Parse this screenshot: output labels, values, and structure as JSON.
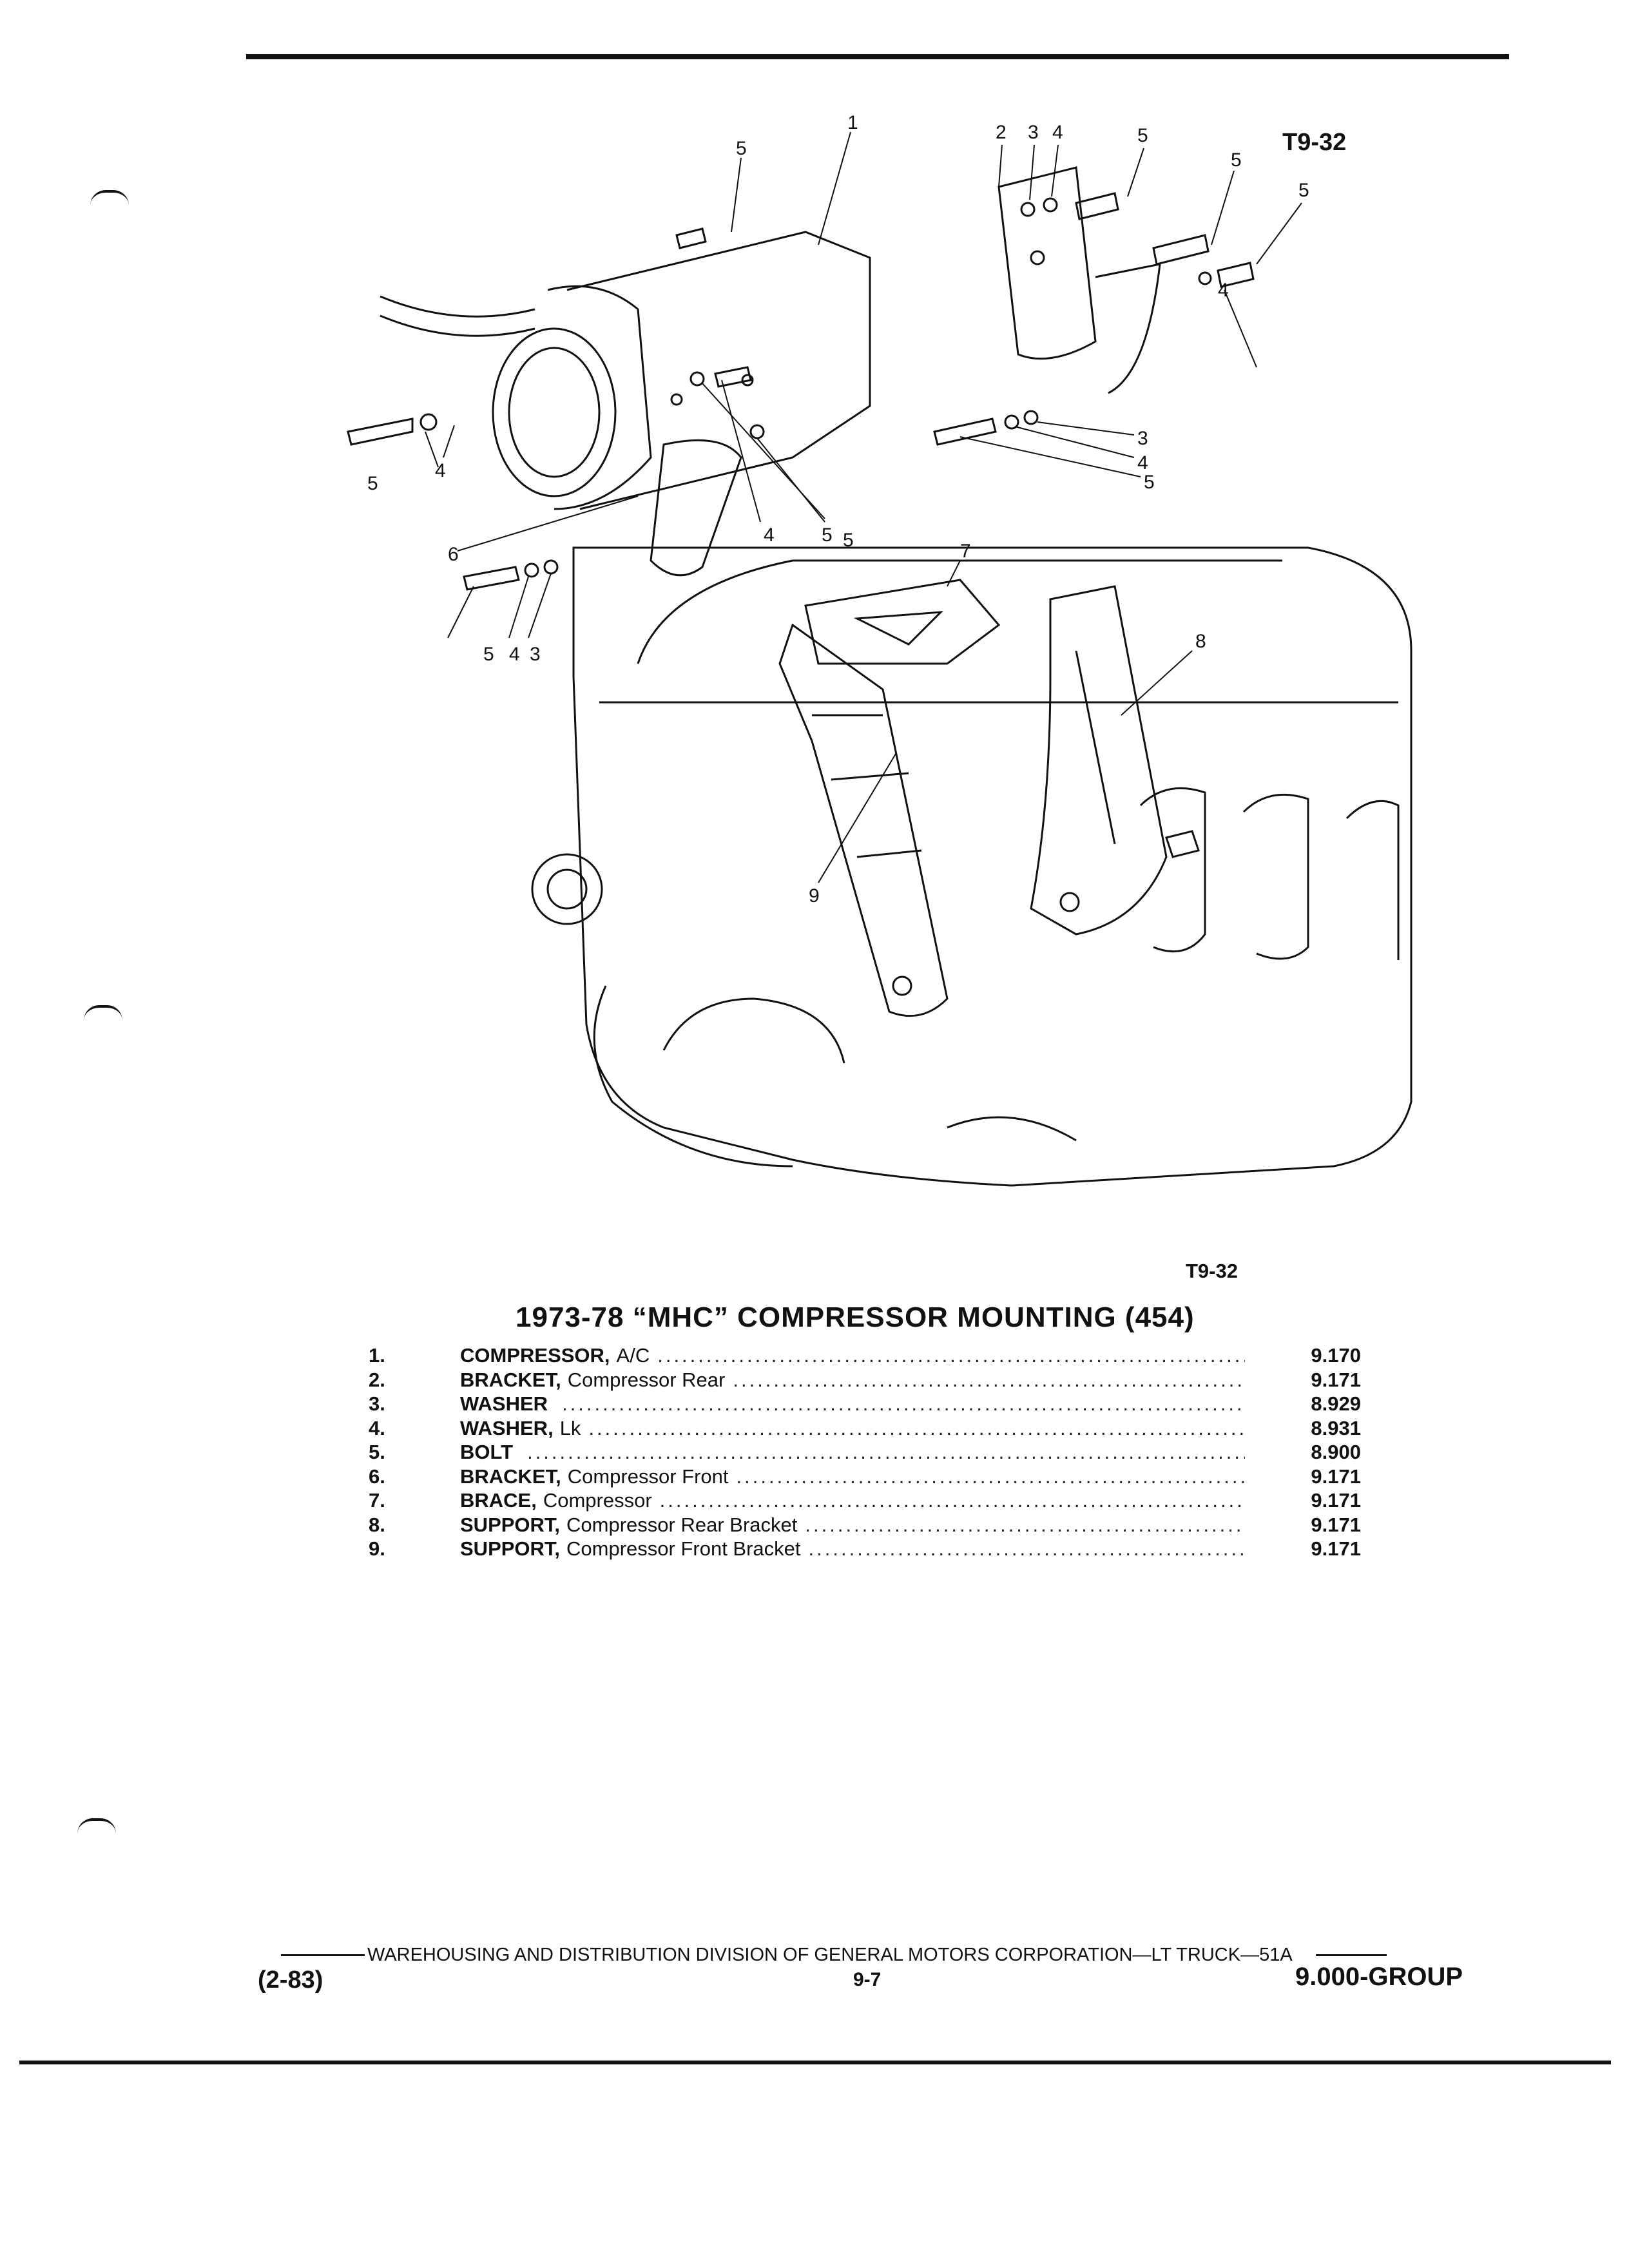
{
  "header": {
    "figure_code": "T9-32"
  },
  "diagram": {
    "callouts": [
      "1",
      "2",
      "3",
      "4",
      "5",
      "5",
      "5",
      "5",
      "5",
      "4",
      "3",
      "4",
      "5",
      "5",
      "4",
      "4",
      "5",
      "6",
      "5",
      "4",
      "3",
      "7",
      "8",
      "9"
    ]
  },
  "caption": {
    "code": "T9-32",
    "title": "1973-78 “MHC” COMPRESSOR MOUNTING (454)"
  },
  "parts": [
    {
      "num": "1.",
      "name": "COMPRESSOR,",
      "desc": "A/C",
      "group": "9.170"
    },
    {
      "num": "2.",
      "name": "BRACKET,",
      "desc": "Compressor Rear",
      "group": "9.171"
    },
    {
      "num": "3.",
      "name": "WASHER",
      "desc": "",
      "group": "8.929"
    },
    {
      "num": "4.",
      "name": "WASHER,",
      "desc": "Lk",
      "group": "8.931"
    },
    {
      "num": "5.",
      "name": "BOLT",
      "desc": "",
      "group": "8.900"
    },
    {
      "num": "6.",
      "name": "BRACKET,",
      "desc": "Compressor Front",
      "group": "9.171"
    },
    {
      "num": "7.",
      "name": "BRACE,",
      "desc": "Compressor",
      "group": "9.171"
    },
    {
      "num": "8.",
      "name": "SUPPORT,",
      "desc": "Compressor Rear Bracket",
      "group": "9.171"
    },
    {
      "num": "9.",
      "name": "SUPPORT,",
      "desc": "Compressor Front Bracket",
      "group": "9.171"
    }
  ],
  "footer": {
    "division": "WAREHOUSING AND DISTRIBUTION  DIVISION OF GENERAL MOTORS CORPORATION—LT TRUCK—51A",
    "date_code": "(2-83)",
    "page": "9-7",
    "group": "9.000-GROUP"
  }
}
